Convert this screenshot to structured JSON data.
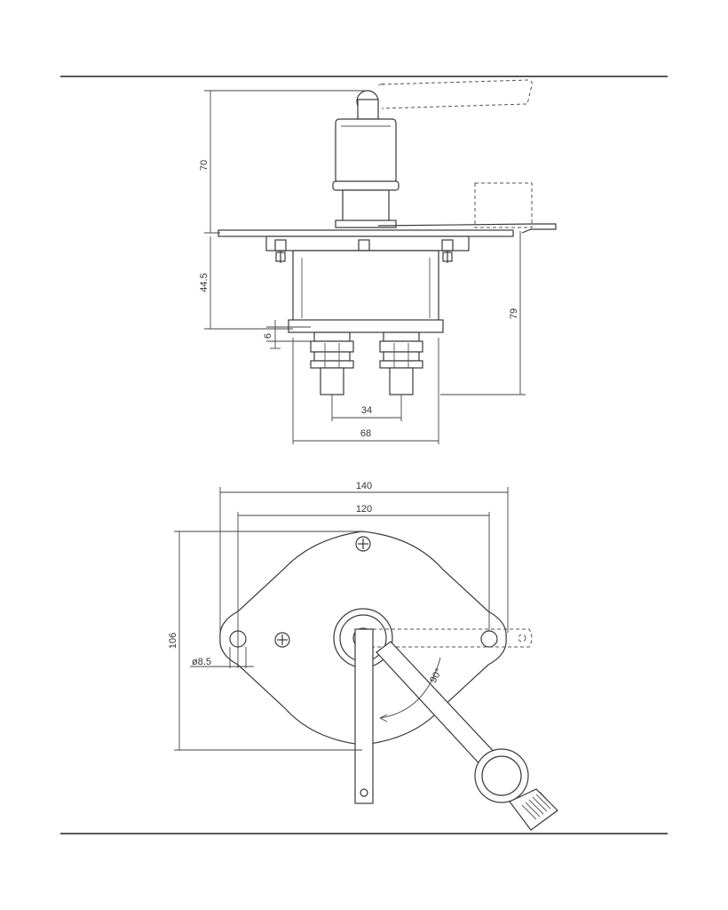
{
  "drawing": {
    "side_view": {
      "dimensions": {
        "height_top": "70",
        "height_mid": "44.5",
        "thickness": "6",
        "total_depth": "79",
        "terminal_spacing": "34",
        "body_width": "68"
      }
    },
    "top_view": {
      "dimensions": {
        "overall_width": "140",
        "hole_spacing": "120",
        "overall_height": "106",
        "hole_diameter": "ø8.5",
        "rotation_angle": "90°"
      }
    }
  }
}
